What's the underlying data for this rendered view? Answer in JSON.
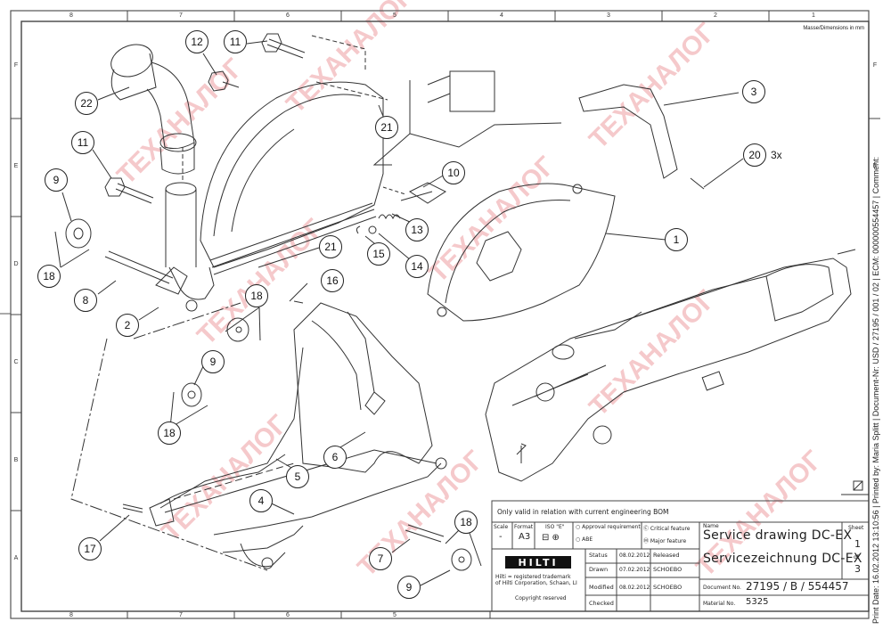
{
  "drawing": {
    "dimensions_note": "Masse/Dimensions in mm",
    "side_text": "Print Date: 16.02.2012 13:10:56 | Printed by: Maria Splitt | Document-Nr: USD / 27195 / 001 / 02 | ECM: 000000554457 | Comment:",
    "zones_horizontal": [
      "8",
      "7",
      "6",
      "5",
      "4",
      "3",
      "2",
      "1"
    ],
    "zones_vertical": [
      "F",
      "E",
      "D",
      "C",
      "B",
      "A"
    ],
    "watermark_text": "ТЕХАНАЛОГ",
    "callouts": [
      {
        "label": "22"
      },
      {
        "label": "12"
      },
      {
        "label": "11"
      },
      {
        "label": "11"
      },
      {
        "label": "21"
      },
      {
        "label": "21"
      },
      {
        "label": "9"
      },
      {
        "label": "18"
      },
      {
        "label": "8"
      },
      {
        "label": "2"
      },
      {
        "label": "18"
      },
      {
        "label": "16"
      },
      {
        "label": "9"
      },
      {
        "label": "18"
      },
      {
        "label": "10"
      },
      {
        "label": "13"
      },
      {
        "label": "15"
      },
      {
        "label": "14"
      },
      {
        "label": "3"
      },
      {
        "label": "20"
      },
      {
        "label": "1"
      },
      {
        "label": "6"
      },
      {
        "label": "5"
      },
      {
        "label": "4"
      },
      {
        "label": "17"
      },
      {
        "label": "7"
      },
      {
        "label": "18"
      },
      {
        "label": "9"
      }
    ],
    "quantity_note": "3x"
  },
  "title_block": {
    "validity_note": "Only valid in relation with current engineering BOM",
    "scale_label": "Scale",
    "scale_value": "-",
    "format_label": "Format",
    "format_value": "A3",
    "iso_label": "ISO \"E\"",
    "approval_requirement": "Approval requirement",
    "abe": "ABE",
    "critical_feature": "Critical feature",
    "major_feature": "Major feature",
    "name_label": "Name",
    "name_en": "Service drawing DC-EX",
    "name_de": "Servicezeichnung DC-EX",
    "sheet_label": "Sheet",
    "sheet_number": "1",
    "sheet_of": "of",
    "sheet_total": "3",
    "logo": "HILTI",
    "trademark_note_1": "Hilti = registered trademark",
    "trademark_note_2": "of Hilti Corporation, Schaan, LI",
    "copyright": "Copyright reserved",
    "rows": [
      {
        "label": "Status",
        "date": "08.02.2012",
        "value": "Released"
      },
      {
        "label": "Drawn",
        "date": "07.02.2012",
        "value": "SCHOEBO"
      },
      {
        "label": "Modified",
        "date": "08.02.2012",
        "value": "SCHOEBO"
      },
      {
        "label": "Checked",
        "date": "",
        "value": ""
      }
    ],
    "document_no_label": "Document No.",
    "document_no": "27195 / B / 554457",
    "material_no_label": "Material No.",
    "material_no": "5325"
  }
}
